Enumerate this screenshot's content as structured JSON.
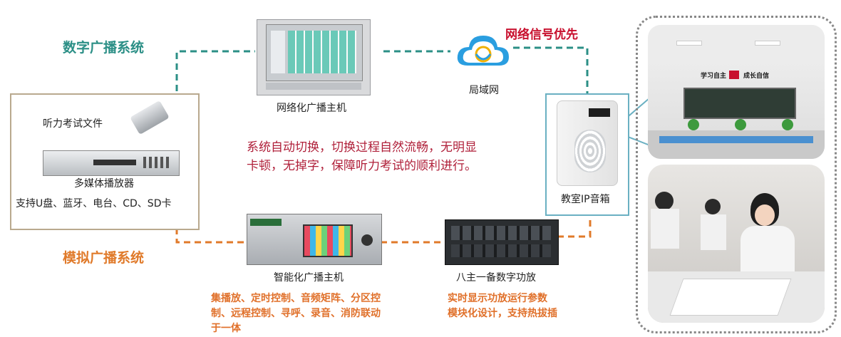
{
  "systems": {
    "digital": "数字广播系统",
    "analog": "模拟广播系统"
  },
  "devices": {
    "network_host": "网络化广播主机",
    "lan": "局域网",
    "network_priority": "网络信号优先",
    "listening_file": "听力考试文件",
    "media_player": "多媒体播放器",
    "media_support": "支持U盘、蓝牙、电台、CD、SD卡",
    "ip_speaker": "教室IP音箱",
    "smart_host": "智能化广播主机",
    "amplifier": "八主一备数字功放"
  },
  "notes": {
    "switch_note_line1": "系统自动切换，切换过程自然流畅，无明显",
    "switch_note_line2": "卡顿，无掉字，保障听力考试的顺利进行。",
    "smart_host_line1": "集播放、定时控制、音频矩阵、分区控",
    "smart_host_line2": "制、远程控制、寻呼、录音、消防联动",
    "smart_host_line3": "于一体",
    "amp_line1": "实时显示功放运行参数",
    "amp_line2": "模块化设计，支持热拔插"
  },
  "classroom": {
    "slogan_left": "学习自主",
    "slogan_right": "成长自信"
  },
  "colors": {
    "green": "#2b8f86",
    "orange": "#e07a2a",
    "red": "#c8102e"
  }
}
